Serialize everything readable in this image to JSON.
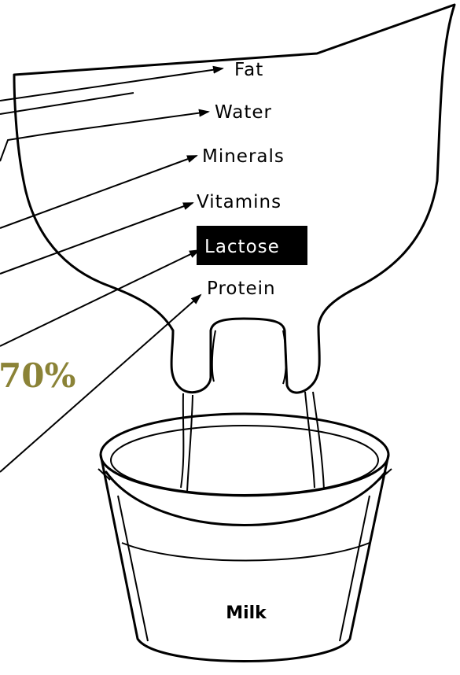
{
  "diagram": {
    "labels": {
      "fat": "Fat",
      "water": "Water",
      "minerals": "Minerals",
      "vitamins": "Vitamins",
      "lactose": "Lactose",
      "protein": "Protein"
    },
    "highlighted_label": "Lactose",
    "percentage": "70%",
    "bucket_label": "Milk",
    "colors": {
      "line": "#000000",
      "highlight_bg": "#000000",
      "highlight_text": "#ffffff",
      "percentage": "#8b8337"
    }
  }
}
